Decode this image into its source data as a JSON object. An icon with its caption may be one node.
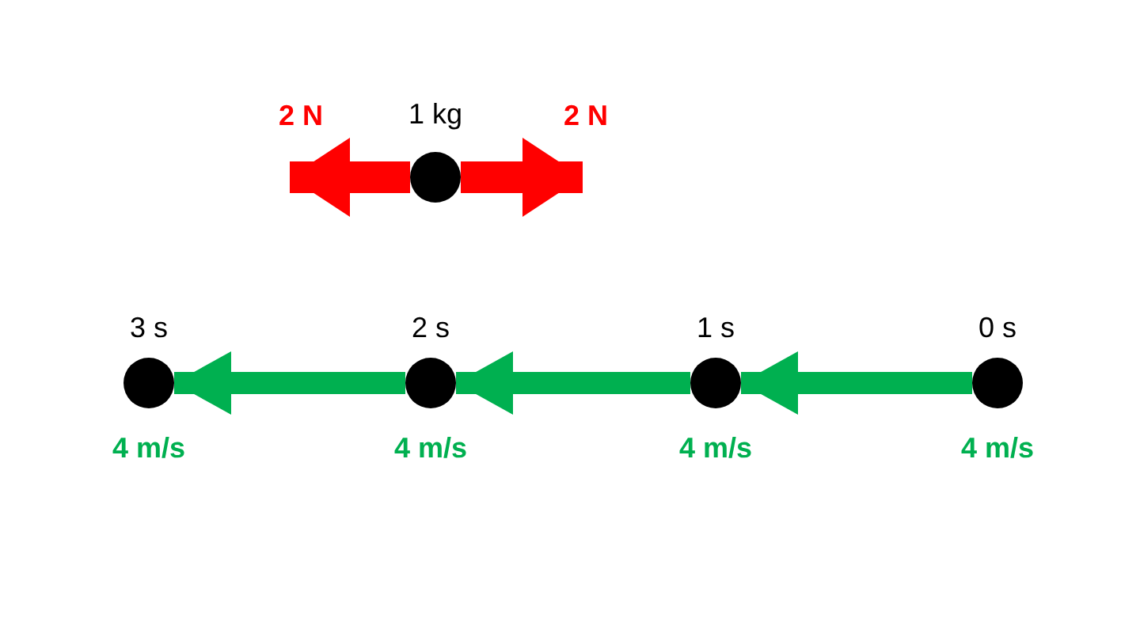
{
  "diagram": {
    "nodes": [
      {
        "text": [],
        "shape": "circle",
        "beside": [
          "1 kg"
        ]
      },
      {
        "text": [],
        "shape": "circle",
        "beside": [
          "3 s",
          "4 m/s"
        ]
      },
      {
        "text": [],
        "shape": "circle",
        "beside": [
          "2 s",
          "4 m/s"
        ]
      },
      {
        "text": [],
        "shape": "circle",
        "beside": [
          "1 s",
          "4 m/s"
        ]
      },
      {
        "text": [],
        "shape": "circle",
        "beside": [
          "0 s",
          "4 m/s"
        ]
      }
    ],
    "edges": [
      {
        "from": 4,
        "to": 3,
        "arrow": "to"
      },
      {
        "from": 3,
        "to": 2,
        "arrow": "to"
      },
      {
        "from": 2,
        "to": 1,
        "arrow": "to"
      }
    ],
    "labels": [
      "2 N",
      "2 N"
    ]
  }
}
